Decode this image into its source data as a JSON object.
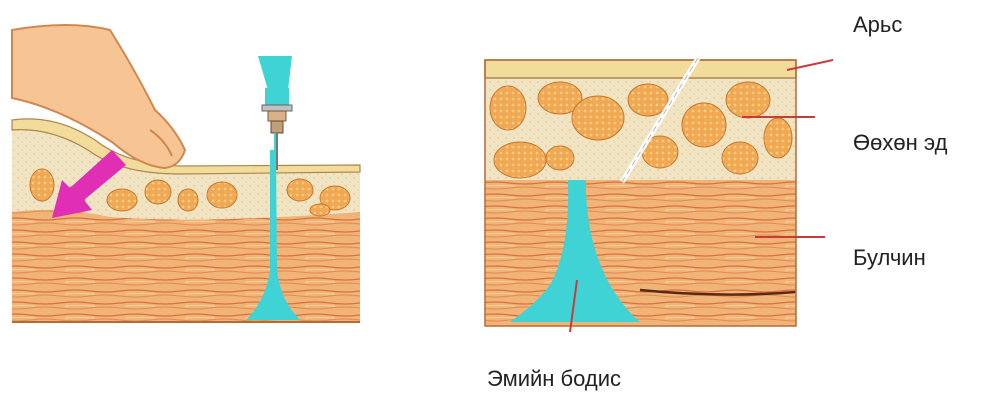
{
  "labels": {
    "skin": "Арьс",
    "fat": "Өөхөн эд",
    "muscle": "Булчин",
    "drug": "Эмийн бодис"
  },
  "colors": {
    "skin": "#f2dc9c",
    "fat_bg": "#f1e4c3",
    "fat_lobule": "#f0a854",
    "muscle": "#f0b478",
    "muscle_line": "#dd6f3c",
    "drug": "#3fd3d6",
    "finger": "#f7c594",
    "arrow": "#e02fb5",
    "leader": "#c73b3b"
  },
  "icons": {
    "finger": "finger-icon",
    "syringe": "syringe-icon",
    "arrow": "press-arrow-icon"
  }
}
